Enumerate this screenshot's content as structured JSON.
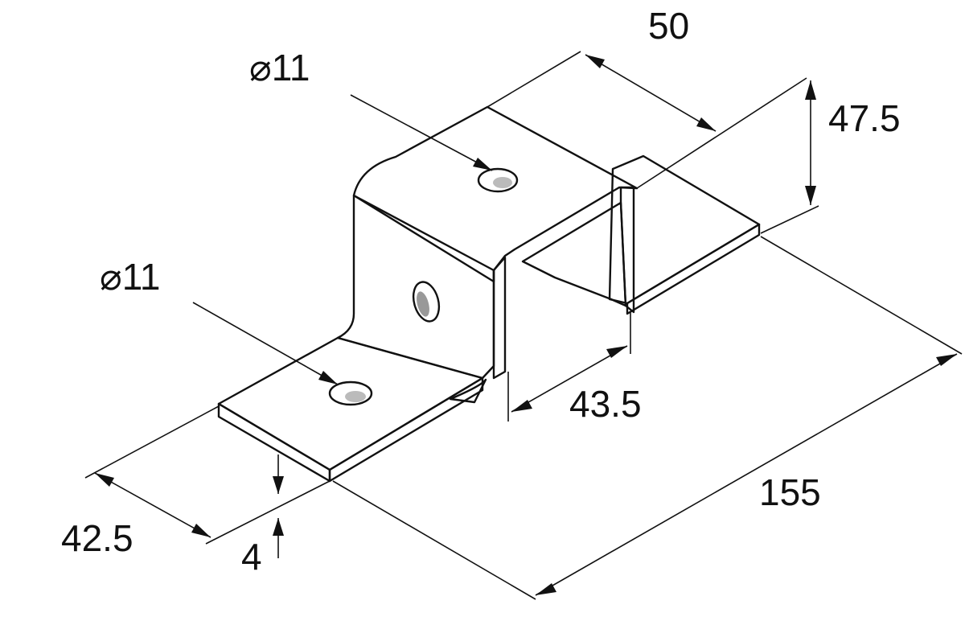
{
  "drawing": {
    "part": "u-bracket",
    "colors": {
      "steel_light": "#eeeeee",
      "steel_mid": "#c8c8c8",
      "steel_dark": "#8e8e8e",
      "line": "#111111",
      "background": "#ffffff"
    }
  },
  "dimensions": {
    "width_top": "50",
    "height": "47.5",
    "hole_top": "⌀11",
    "hole_bottom": "⌀11",
    "inner_width": "43.5",
    "total_length": "155",
    "flange_length": "42.5",
    "thickness": "4"
  }
}
